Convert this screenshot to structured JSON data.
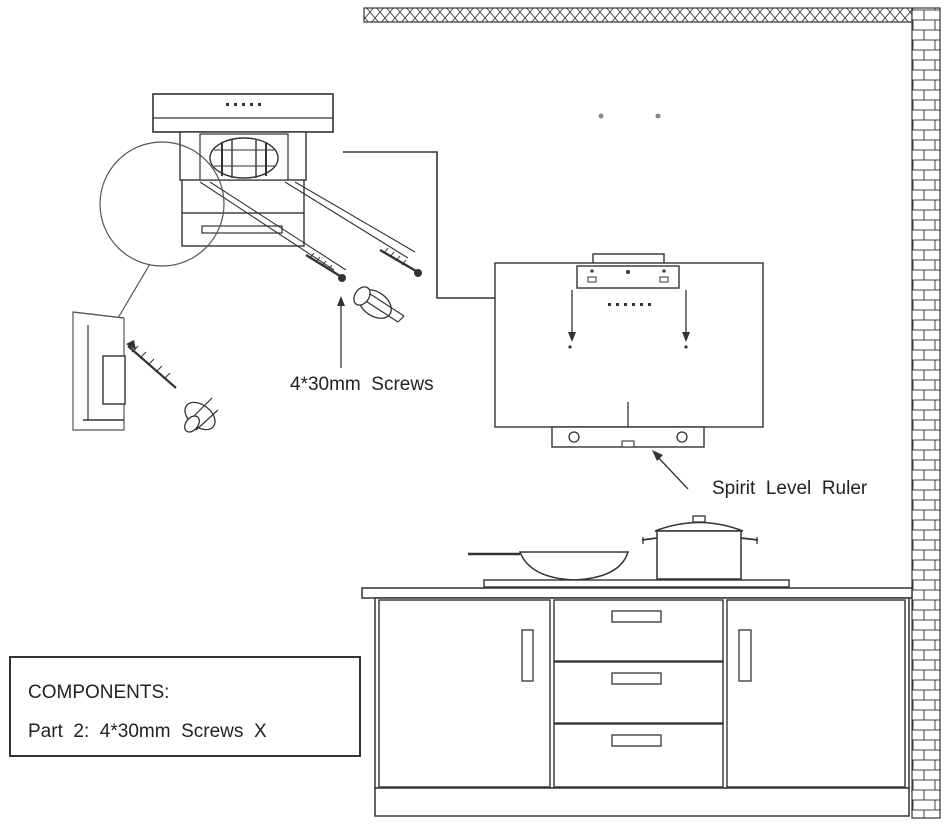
{
  "labels": {
    "screws_label": "4*30mm  Screws",
    "spirit_level_label": "Spirit  Level  Ruler"
  },
  "components": {
    "heading": "COMPONENTS:",
    "part_line": "Part  2:  4*30mm  Screws  X"
  },
  "colors": {
    "line": "#333333",
    "background": "#ffffff"
  }
}
